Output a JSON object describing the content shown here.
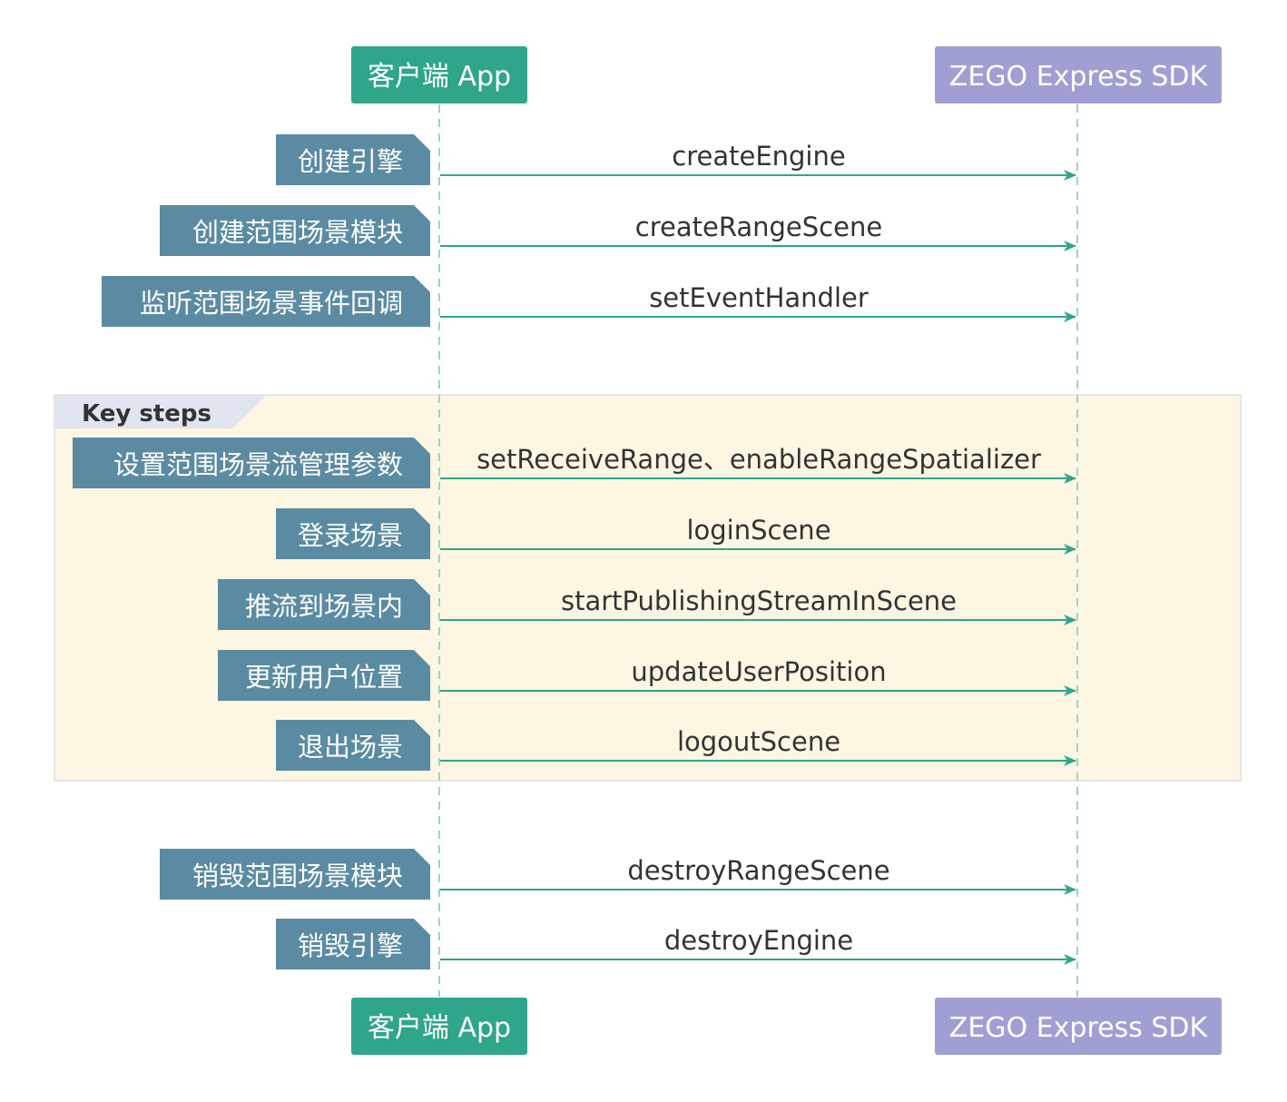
{
  "participants": {
    "client": {
      "label": "客户端 App",
      "color": "#2fa58a"
    },
    "sdk": {
      "label": "ZEGO Express SDK",
      "color": "#a09fd3"
    }
  },
  "group": {
    "label": "Key steps",
    "fill": "#fdf6e3",
    "tab_fill": "#e1e5ef"
  },
  "colors": {
    "note": "#5b8ba2",
    "arrow": "#2fa58a",
    "lifeline": "#9fd3c3"
  },
  "messages": [
    {
      "note": "创建引擎",
      "call": "createEngine"
    },
    {
      "note": "创建范围场景模块",
      "call": "createRangeScene"
    },
    {
      "note": "监听范围场景事件回调",
      "call": "setEventHandler"
    },
    {
      "note": "设置范围场景流管理参数",
      "call": "setReceiveRange、enableRangeSpatializer"
    },
    {
      "note": "登录场景",
      "call": "loginScene"
    },
    {
      "note": "推流到场景内",
      "call": "startPublishingStreamInScene"
    },
    {
      "note": "更新用户位置",
      "call": "updateUserPosition"
    },
    {
      "note": "退出场景",
      "call": "logoutScene"
    },
    {
      "note": "销毁范围场景模块",
      "call": "destroyRangeScene"
    },
    {
      "note": "销毁引擎",
      "call": "destroyEngine"
    }
  ]
}
